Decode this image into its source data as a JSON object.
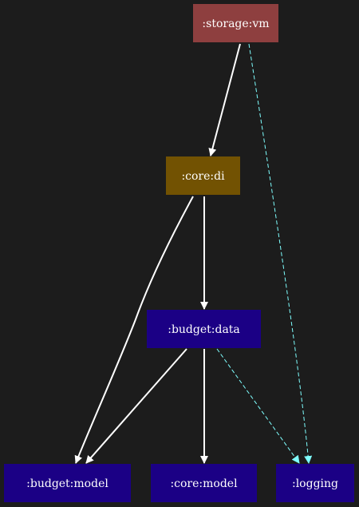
{
  "graph": {
    "background": "#1c1c1c",
    "nodes": [
      {
        "id": "storage_vm",
        "label": ":storage:vm",
        "fill": "#8e3f3f"
      },
      {
        "id": "core_di",
        "label": ":core:di",
        "fill": "#725202"
      },
      {
        "id": "budget_data",
        "label": ":budget:data",
        "fill": "#1b0085"
      },
      {
        "id": "budget_model",
        "label": ":budget:model",
        "fill": "#1b0085"
      },
      {
        "id": "core_model",
        "label": ":core:model",
        "fill": "#1b0085"
      },
      {
        "id": "logging",
        "label": ":logging",
        "fill": "#1b0085"
      }
    ],
    "edges": [
      {
        "from": "storage_vm",
        "to": "core_di",
        "style": "solid",
        "color": "#ffffff"
      },
      {
        "from": "storage_vm",
        "to": "logging",
        "style": "dashed",
        "color": "#7fffff"
      },
      {
        "from": "core_di",
        "to": "budget_model",
        "style": "solid",
        "color": "#ffffff"
      },
      {
        "from": "core_di",
        "to": "budget_data",
        "style": "solid",
        "color": "#ffffff"
      },
      {
        "from": "budget_data",
        "to": "budget_model",
        "style": "solid",
        "color": "#ffffff"
      },
      {
        "from": "budget_data",
        "to": "core_model",
        "style": "solid",
        "color": "#ffffff"
      },
      {
        "from": "budget_data",
        "to": "logging",
        "style": "dashed",
        "color": "#7fffff"
      }
    ]
  }
}
